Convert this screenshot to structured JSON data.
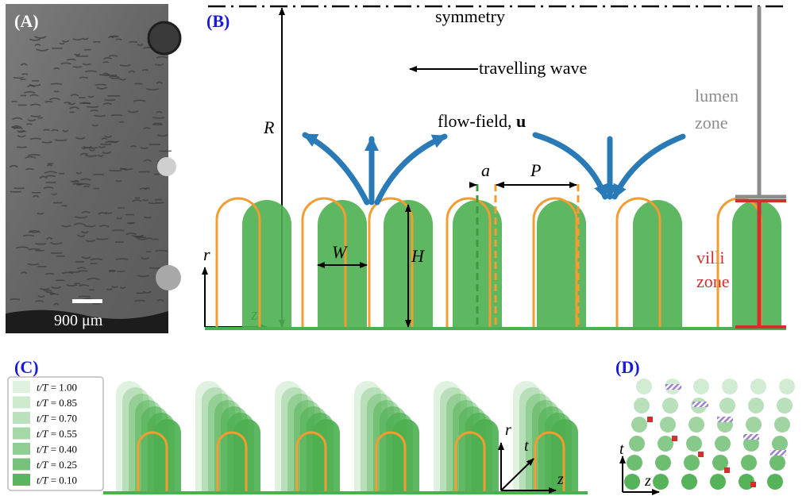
{
  "panels": {
    "A": {
      "label": "(A)",
      "scale_bar_text": "900 μm"
    },
    "B": {
      "label": "(B)",
      "symmetry_label": "symmetry",
      "travelling_wave_label": "travelling wave",
      "flow_field_label": "flow-field, ",
      "flow_field_symbol": "u",
      "lumen_zone_label_line1": "lumen",
      "lumen_zone_label_line2": "zone",
      "villi_zone_label_line1": "villi",
      "villi_zone_label_line2": "zone",
      "R_label": "R",
      "H_label": "H",
      "W_label": "W",
      "a_label": "a",
      "P_label": "P",
      "r_axis_label": "r",
      "z_axis_label": "z"
    },
    "C": {
      "label": "(C)",
      "legend_var": "t/T",
      "legend_entries": [
        "t/T = 1.00",
        "t/T = 0.85",
        "t/T = 0.70",
        "t/T = 0.55",
        "t/T = 0.40",
        "t/T = 0.25",
        "t/T = 0.10"
      ],
      "legend_values": [
        "1.00",
        "0.85",
        "0.70",
        "0.55",
        "0.40",
        "0.25",
        "0.10"
      ],
      "r_axis_label": "r",
      "t_axis_label": "t",
      "z_axis_label": "z"
    },
    "D": {
      "label": "(D)",
      "t_axis_label": "t",
      "z_axis_label": "z"
    }
  },
  "colors": {
    "panel_label": "#1a1ad6",
    "villi_fill": "#4caf50",
    "villi_outline": "#f39c32",
    "flow_arrow": "#2a7ab8",
    "lumen_gray": "#8c8c8c",
    "villi_red": "#d32f2f",
    "hatched_purple": "#9f7fd0"
  }
}
